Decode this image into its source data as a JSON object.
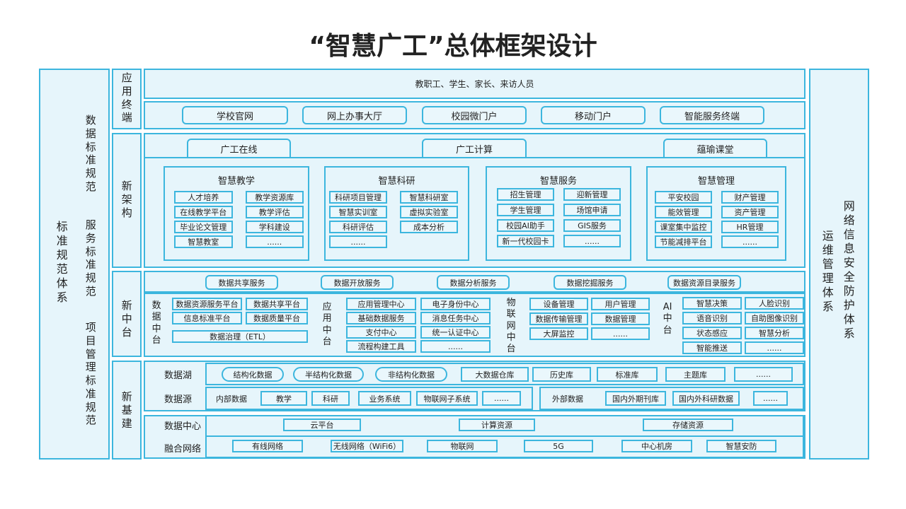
{
  "title": "“智慧广工”总体框架设计",
  "left_panel": {
    "main": "标准规范体系",
    "subs": [
      "数据标准规范",
      "服务标准规范",
      "项目管理标准规范"
    ]
  },
  "right_panel": {
    "ops": "运维管理体系",
    "security": "网络信息安全防护体系"
  },
  "terminal": {
    "label": "应用终端",
    "users": "教职工、学生、家长、来访人员",
    "portals": [
      "学校官网",
      "网上办事大厅",
      "校园微门户",
      "移动门户",
      "智能服务终端"
    ]
  },
  "architecture": {
    "label": "新架构",
    "tabs": [
      "广工在线",
      "广工计算",
      "蕴瑜课堂"
    ],
    "groups": [
      {
        "title": "智慧教学",
        "items": [
          "人才培养",
          "教学资源库",
          "在线教学平台",
          "教学评估",
          "毕业论文管理",
          "学科建设",
          "智慧教室",
          "......"
        ]
      },
      {
        "title": "智慧科研",
        "items": [
          "科研项目管理",
          "智慧科研室",
          "智慧实训室",
          "虚拟实验室",
          "科研评估",
          "成本分析",
          "......"
        ]
      },
      {
        "title": "智慧服务",
        "items": [
          "招生管理",
          "迎新管理",
          "学生管理",
          "场馆申请",
          "校园AI助手",
          "GIS服务",
          "新一代校园卡",
          "......"
        ]
      },
      {
        "title": "智慧管理",
        "items": [
          "平安校园",
          "财产管理",
          "能效管理",
          "资产管理",
          "课室集中监控",
          "HR管理",
          "节能减排平台",
          "......"
        ]
      }
    ]
  },
  "middle": {
    "label": "新中台",
    "services": [
      "数据共享服务",
      "数据开放服务",
      "数据分析服务",
      "数据挖掘服务",
      "数据资源目录服务"
    ],
    "data_platform": {
      "label": "数据中台",
      "items": [
        "数据资源服务平台",
        "数据共享平台",
        "信息标准平台",
        "数据质量平台"
      ],
      "etl": "数据治理（ETL）"
    },
    "app_platform": {
      "label": "应用中台",
      "items": [
        "应用管理中心",
        "电子身份中心",
        "基础数据服务",
        "消息任务中心",
        "支付中心",
        "统一认证中心",
        "流程构建工具",
        "......"
      ]
    },
    "iot_platform": {
      "label": "物联网中台",
      "items": [
        "设备管理",
        "用户管理",
        "数据传输管理",
        "数据管理",
        "大屏监控",
        "......"
      ]
    },
    "ai_platform": {
      "label": "AI中台",
      "items": [
        "智慧决策",
        "人脸识别",
        "语音识别",
        "自助图像识别",
        "状态感应",
        "智慧分析",
        "智能推送",
        "......"
      ]
    }
  },
  "infra": {
    "label": "新基建",
    "lake": {
      "label": "数据湖",
      "items": [
        "结构化数据",
        "半结构化数据",
        "非结构化数据",
        "大数据仓库",
        "历史库",
        "标准库",
        "主题库",
        "......"
      ]
    },
    "source": {
      "label": "数据源",
      "internal": {
        "label": "内部数据",
        "items": [
          "教学",
          "科研",
          "业务系统",
          "物联网子系统",
          "......"
        ]
      },
      "external": {
        "label": "外部数据",
        "items": [
          "国内外期刊库",
          "国内外科研数据",
          "......"
        ]
      }
    },
    "dc": {
      "label": "数据中心",
      "items": [
        "云平台",
        "计算资源",
        "存储资源"
      ]
    },
    "network": {
      "label": "融合网络",
      "items": [
        "有线网络",
        "无线网络（WiFi6）",
        "物联网",
        "5G",
        "中心机房",
        "智慧安防"
      ]
    }
  }
}
